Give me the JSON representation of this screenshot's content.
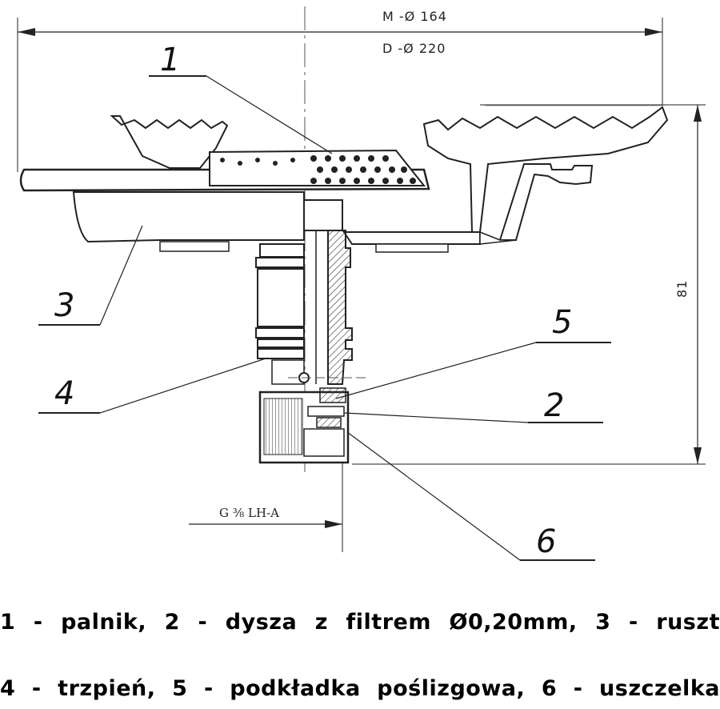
{
  "dimensions": {
    "outer_diameter_m": "M -Ø 164",
    "outer_diameter_d": "D -Ø 220",
    "height": "81",
    "thread": "G ⅜ LH-A"
  },
  "callouts": [
    "1",
    "2",
    "3",
    "4",
    "5",
    "6"
  ],
  "legend": {
    "line1": "1 - palnik, 2 - dysza z filtrem Ø0,20mm, 3 - ruszt",
    "line2": "4 - trzpień, 5 - podkładka poślizgowa, 6 - uszczelka"
  }
}
